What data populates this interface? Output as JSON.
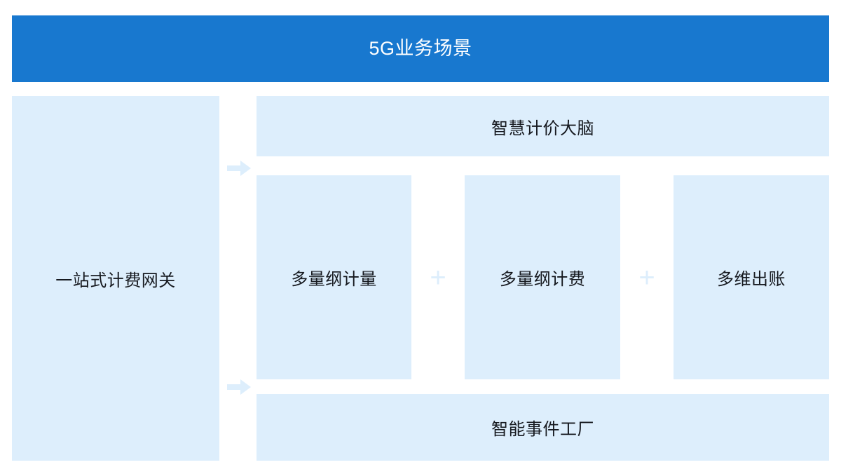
{
  "header": {
    "title": "5G业务场景",
    "background_color": "#1878cf",
    "text_color": "#ffffff"
  },
  "gateway": {
    "label": "一站式计费网关",
    "background_color": "#ddeefc"
  },
  "connectors": {
    "top_arrow_name": "arrow-right",
    "bottom_arrow_name": "arrow-right",
    "color": "#ddeefc"
  },
  "platform": {
    "brain_banner": {
      "label": "智慧计价大脑",
      "background_color": "#ddeefc"
    },
    "capabilities": [
      {
        "label": "多量纲计量"
      },
      {
        "label": "多量纲计费"
      },
      {
        "label": "多维出账"
      }
    ],
    "separators": [
      "+",
      "+"
    ],
    "separator_color": "#ddeefc",
    "event_banner": {
      "label": "智能事件工厂",
      "background_color": "#ddeefc"
    }
  },
  "palette": {
    "accent_blue": "#1878cf",
    "panel_blue": "#ddeefc",
    "text_dark": "#16191f",
    "page_background": "#ffffff"
  }
}
